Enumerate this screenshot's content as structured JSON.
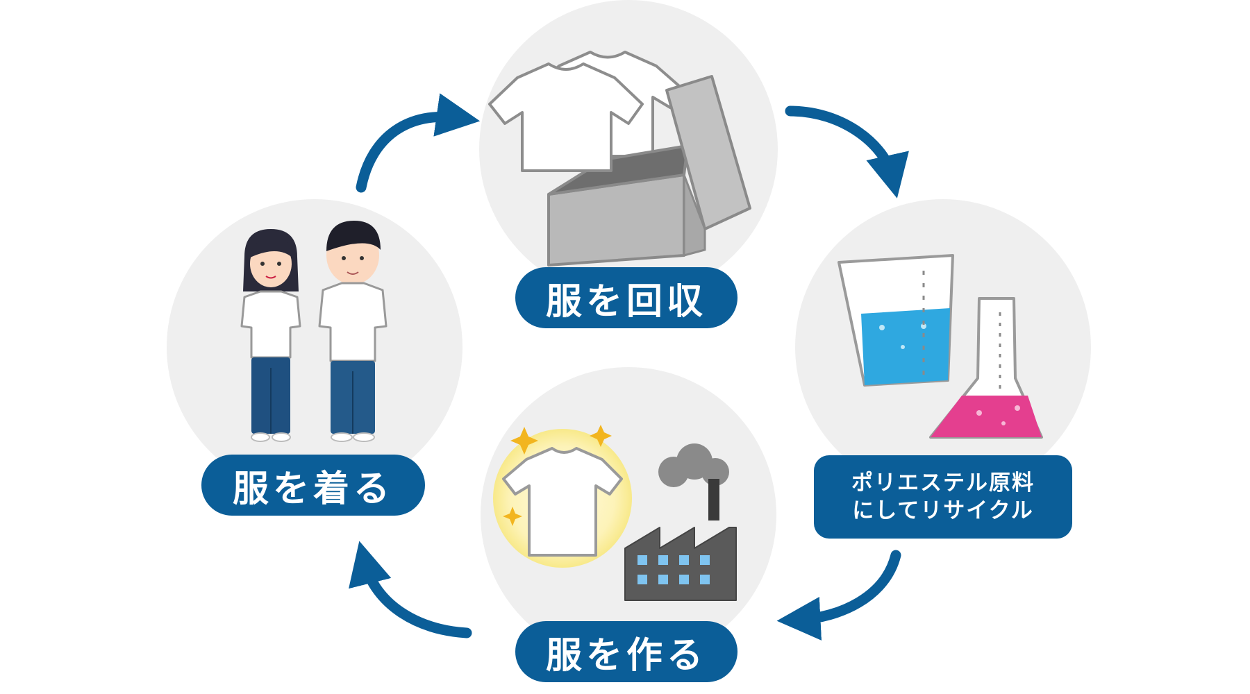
{
  "colors": {
    "accent": "#0b5e98",
    "circle_bg": "#efefef",
    "label_text": "#ffffff"
  },
  "steps": [
    {
      "id": "collect",
      "label": "服を回収",
      "icon": "tshirts-in-box"
    },
    {
      "id": "recycle",
      "label_line1": "ポリエステル原料",
      "label_line2": "にしてリサイクル",
      "icon": "beaker-and-flask"
    },
    {
      "id": "make",
      "label": "服を作る",
      "icon": "shirt-and-factory"
    },
    {
      "id": "wear",
      "label": "服を着る",
      "icon": "people-wearing-tshirts"
    }
  ],
  "arrows": [
    "wear-to-collect",
    "collect-to-recycle",
    "recycle-to-make",
    "make-to-wear"
  ]
}
